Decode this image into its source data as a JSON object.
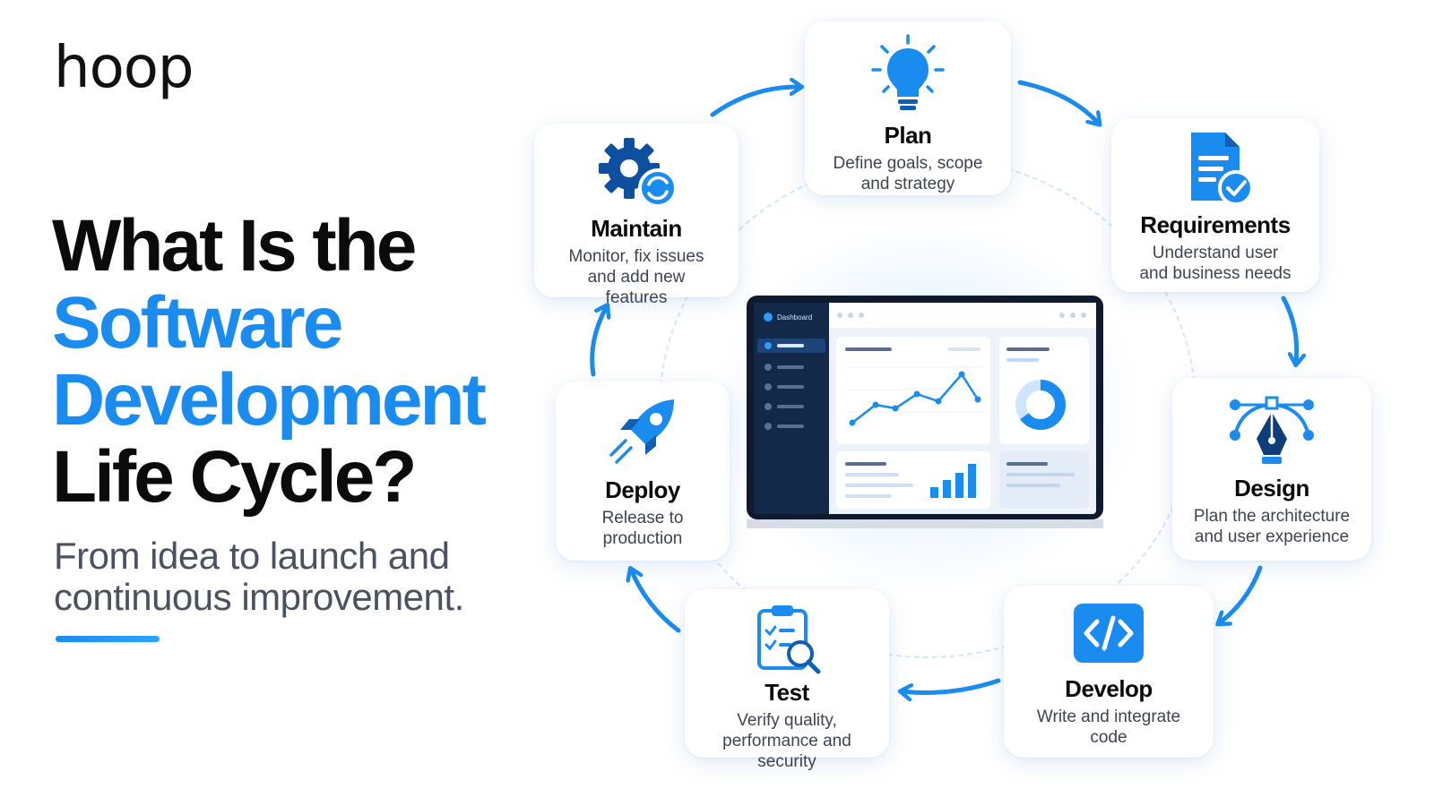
{
  "brand": {
    "logo": "hoop"
  },
  "headline": {
    "line1": "What Is the",
    "line2": "Software",
    "line3": "Development",
    "line4": "Life Cycle?"
  },
  "subtitle": "From idea to launch and continuous improvement.",
  "colors": {
    "accent": "#1a8cf0",
    "text": "#0b0b0b",
    "muted": "#4a5160"
  },
  "stages": [
    {
      "title": "Plan",
      "desc": "Define goals, scope and strategy",
      "icon": "lightbulb-icon"
    },
    {
      "title": "Requirements",
      "desc": "Understand user and business needs",
      "icon": "document-check-icon"
    },
    {
      "title": "Design",
      "desc": "Plan the architecture and user experience",
      "icon": "pen-tool-icon"
    },
    {
      "title": "Develop",
      "desc": "Write and integrate code",
      "icon": "code-icon"
    },
    {
      "title": "Test",
      "desc": "Verify quality, performance and security",
      "icon": "clipboard-search-icon"
    },
    {
      "title": "Deploy",
      "desc": "Release to production",
      "icon": "rocket-icon"
    },
    {
      "title": "Maintain",
      "desc": "Monitor, fix issues and add new features",
      "icon": "gear-refresh-icon"
    }
  ],
  "laptop": {
    "sidebar_title": "Dashboard"
  }
}
